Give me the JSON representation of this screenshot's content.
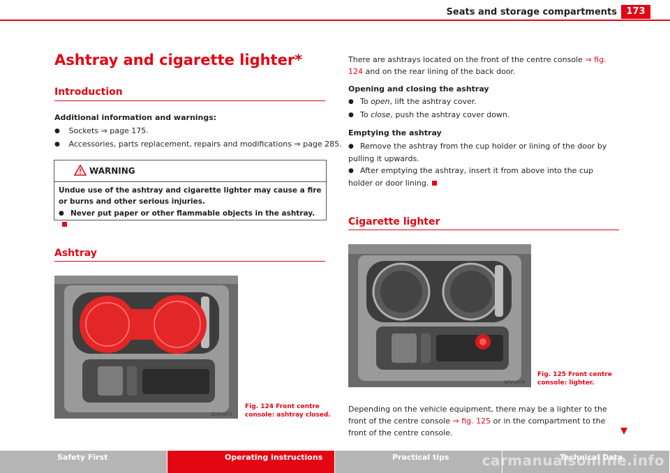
{
  "header": {
    "title": "Seats and storage compartments",
    "page": "173"
  },
  "left": {
    "title": "Ashtray and cigarette lighter*",
    "intro": {
      "heading": "Introduction",
      "lead": "Additional information and warnings:",
      "items": [
        {
          "text": "Sockets ",
          "arrow": "⇒",
          "ref": " page 175."
        },
        {
          "text": "Accessories, parts replacement, repairs and modifications ",
          "arrow": "⇒",
          "ref": " page 285."
        }
      ]
    },
    "warning": {
      "label": "WARNING",
      "text": "Undue use of the ashtray and cigarette lighter may cause a fire or burns and other serious injuries.",
      "bullet": "Never put paper or other flammable objects in the ashtray."
    },
    "ashtray": {
      "heading": "Ashtray",
      "image_code": "B7V-0473",
      "caption_1": "Fig. 124   Front centre",
      "caption_2": "console: ashtray closed."
    }
  },
  "right": {
    "intro_pre": "There are ashtrays located on the front of the centre console ",
    "intro_ref": "⇒ fig. 124",
    "intro_post": " and on the rear lining of the back door.",
    "open_close": {
      "heading": "Opening and closing the ashtray",
      "items": [
        {
          "pre": "To ",
          "em": "open",
          "post": ", lift the ashtray cover."
        },
        {
          "pre": "To ",
          "em": "close",
          "post": ", push the ashtray cover down."
        }
      ]
    },
    "emptying": {
      "heading": "Emptying the ashtray",
      "items": [
        "Remove the ashtray from the cup holder or lining of the door by pulling it upwards.",
        "After emptying the ashtray, insert it from above into the cup holder or door lining."
      ]
    },
    "lighter": {
      "heading": "Cigarette lighter",
      "image_code": "B7V-0474",
      "caption_1": "Fig. 125   Front centre",
      "caption_2": "console: lighter.",
      "text_pre": "Depending on the vehicle equipment, there may be a lighter to the front of the centre console ",
      "text_ref": "⇒ fig. 125",
      "text_post": " or in the compartment to the front of the centre console."
    }
  },
  "footer": {
    "tabs": [
      "Safety First",
      "Operating instructions",
      "Practical tips",
      "Technical Data"
    ],
    "colors": [
      "#b5b5b5",
      "#e30613",
      "#b5b5b5",
      "#b5b5b5"
    ]
  },
  "watermark": "carmanualsonline.info"
}
